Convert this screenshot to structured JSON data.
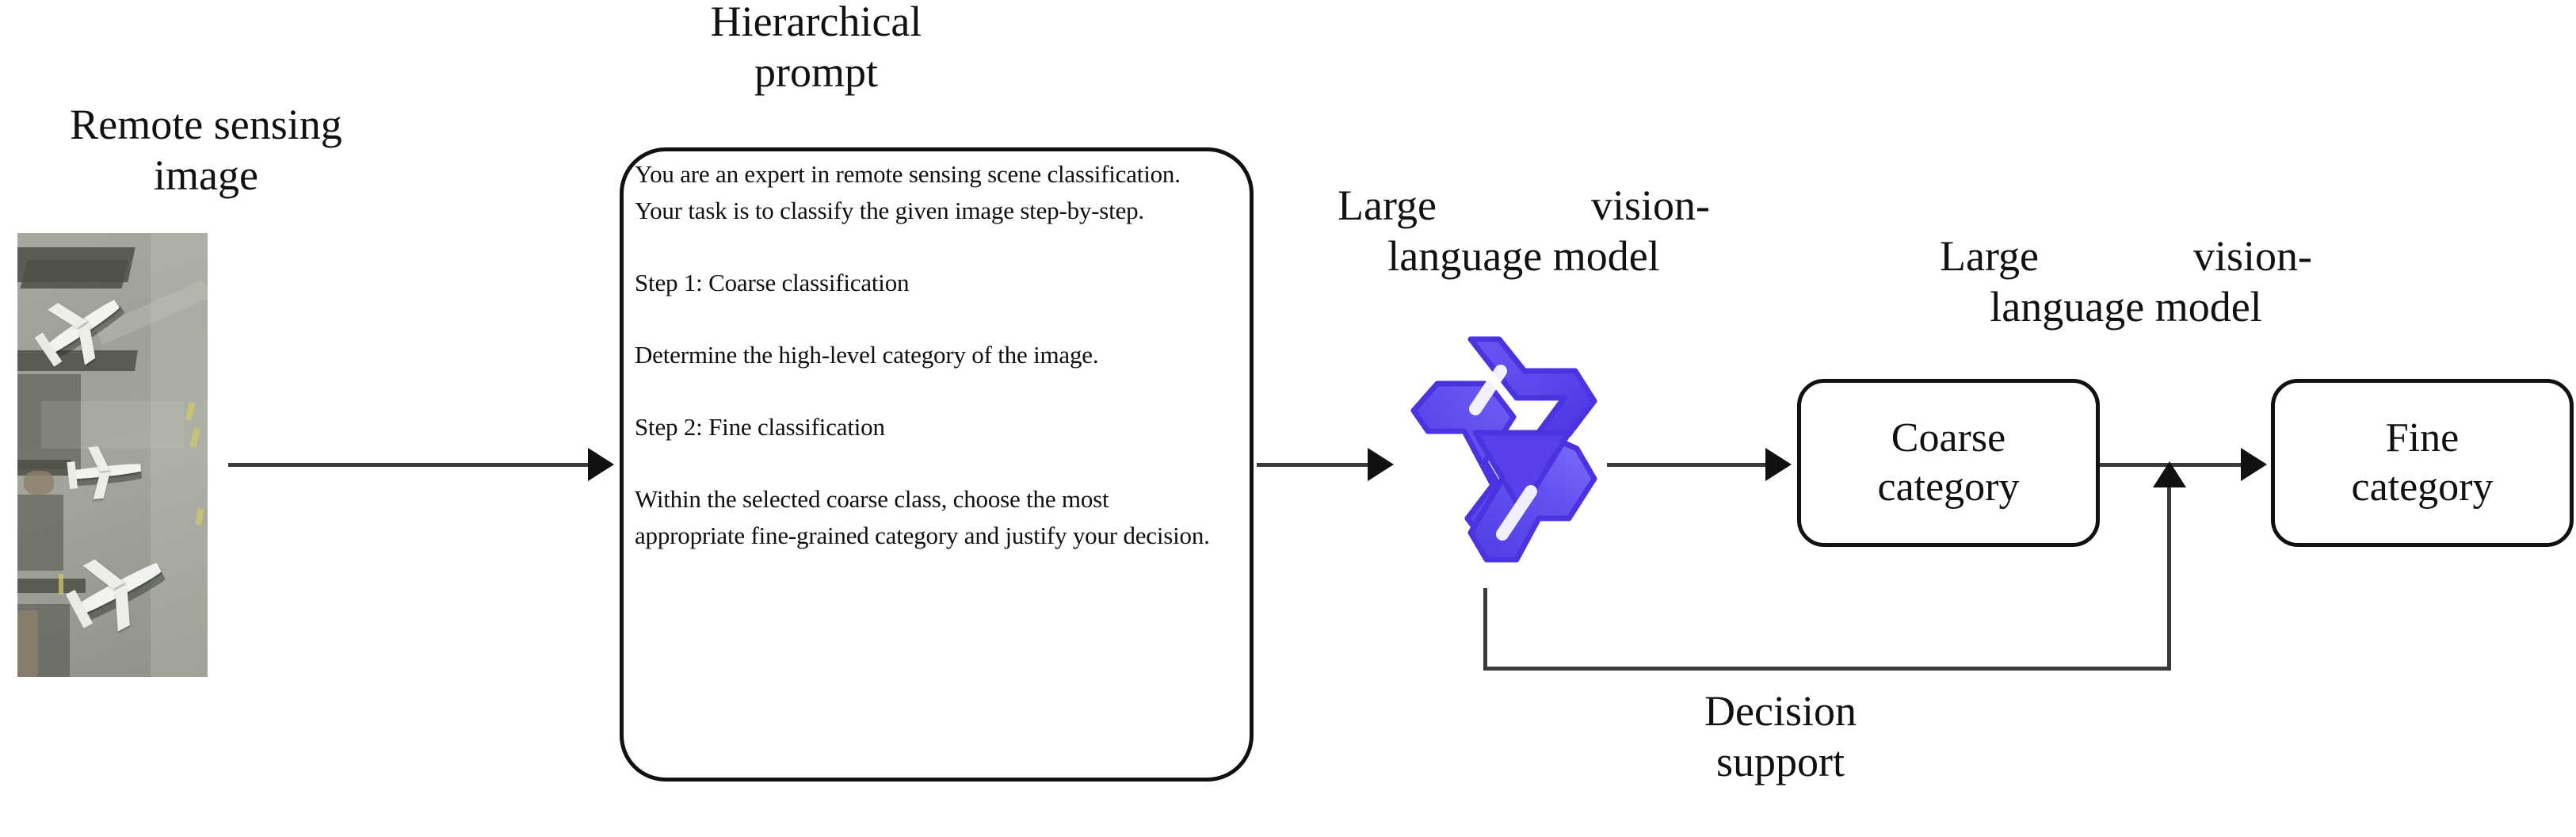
{
  "diagram": {
    "title": "Hierarchical prompting pipeline for remote sensing scene classification",
    "accent_color": "#5b47ea",
    "line_color": "#3a3a3a",
    "ink_color": "#111111",
    "background": "#ffffff"
  },
  "remote_sensing": {
    "caption": "Remote sensing\nimage",
    "image_alt": "Aerial satellite view of an airport apron with three parked white airplanes on grey tarmac"
  },
  "hierarchical_prompt": {
    "caption": "Hierarchical\nprompt",
    "body": "You are an expert in remote sensing scene classification. Your task is to classify the given image step-by-step.\n\nStep 1: Coarse classification\n\nDetermine the high-level category of the image.\n\nStep 2: Fine classification\n\nWithin the selected coarse class, choose the most appropriate fine-grained category and justify your decision.",
    "lines": [
      "You are an expert in remote sensing",
      "scene classification. Your task is to",
      "classify the given image step-by-step.",
      "",
      "Step 1: Coarse classification",
      "",
      "Determine the high-level category of the",
      "image.",
      "",
      "Step 2: Fine classification",
      "",
      "Within the selected coarse class, choose",
      "the most appropriate fine-grained",
      "category and justify your decision."
    ]
  },
  "model_stage_1": {
    "caption": "Large vision-language model",
    "logo_name": "qwen-logo"
  },
  "model_stage_2": {
    "caption": "Large vision-language model"
  },
  "outputs": {
    "coarse": "Coarse\ncategory",
    "fine": "Fine\ncategory"
  },
  "feedback": {
    "caption": "Decision\nsupport"
  },
  "flow": {
    "edges": [
      {
        "from": "remote-sensing-image",
        "to": "hierarchical-prompt-box",
        "style": "arrow-right"
      },
      {
        "from": "hierarchical-prompt-box",
        "to": "large-vision-language-model",
        "style": "arrow-right"
      },
      {
        "from": "large-vision-language-model",
        "to": "coarse-category",
        "style": "arrow-right"
      },
      {
        "from": "coarse-category",
        "to": "fine-category",
        "style": "arrow-right"
      },
      {
        "from": "large-vision-language-model",
        "to": "coarse-to-fine-link",
        "style": "feedback-loop-up"
      }
    ]
  }
}
